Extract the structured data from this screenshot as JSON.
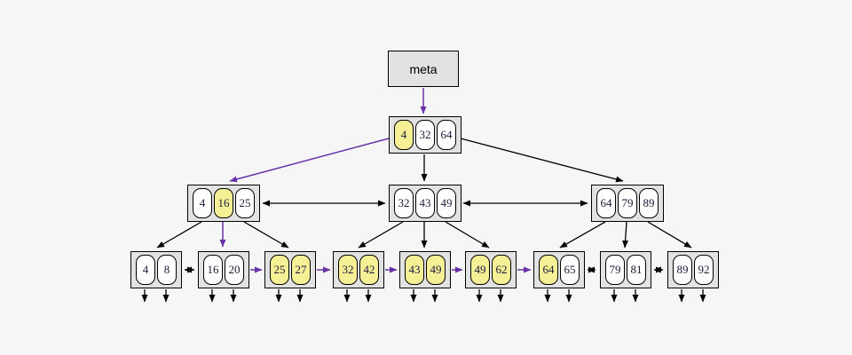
{
  "colors": {
    "background": "#f6f6f6",
    "node_fill": "#e2e2e2",
    "node_border": "#000000",
    "key_fill": "#ffffff",
    "key_text": "#1a1a3c",
    "highlight_fill": "#f5f095",
    "edge_color": "#000000",
    "path_color": "#6a30a8"
  },
  "meta_node": {
    "label": "meta"
  },
  "tree": {
    "root": {
      "keys": [
        "4",
        "32",
        "64"
      ],
      "highlights": [
        true,
        false,
        false
      ]
    },
    "internal": [
      {
        "keys": [
          "4",
          "16",
          "25"
        ],
        "highlights": [
          false,
          true,
          false
        ]
      },
      {
        "keys": [
          "32",
          "43",
          "49"
        ],
        "highlights": [
          false,
          false,
          false
        ]
      },
      {
        "keys": [
          "64",
          "79",
          "89"
        ],
        "highlights": [
          false,
          false,
          false
        ]
      }
    ],
    "leaves": [
      {
        "keys": [
          "4",
          "8"
        ],
        "highlights": [
          false,
          false
        ]
      },
      {
        "keys": [
          "16",
          "20"
        ],
        "highlights": [
          false,
          false
        ]
      },
      {
        "keys": [
          "25",
          "27"
        ],
        "highlights": [
          true,
          true
        ]
      },
      {
        "keys": [
          "32",
          "42"
        ],
        "highlights": [
          true,
          true
        ]
      },
      {
        "keys": [
          "43",
          "49"
        ],
        "highlights": [
          true,
          true
        ]
      },
      {
        "keys": [
          "49",
          "62"
        ],
        "highlights": [
          true,
          true
        ]
      },
      {
        "keys": [
          "64",
          "65"
        ],
        "highlights": [
          true,
          false
        ]
      },
      {
        "keys": [
          "79",
          "81"
        ],
        "highlights": [
          false,
          false
        ]
      },
      {
        "keys": [
          "89",
          "92"
        ],
        "highlights": [
          false,
          false
        ]
      }
    ]
  }
}
